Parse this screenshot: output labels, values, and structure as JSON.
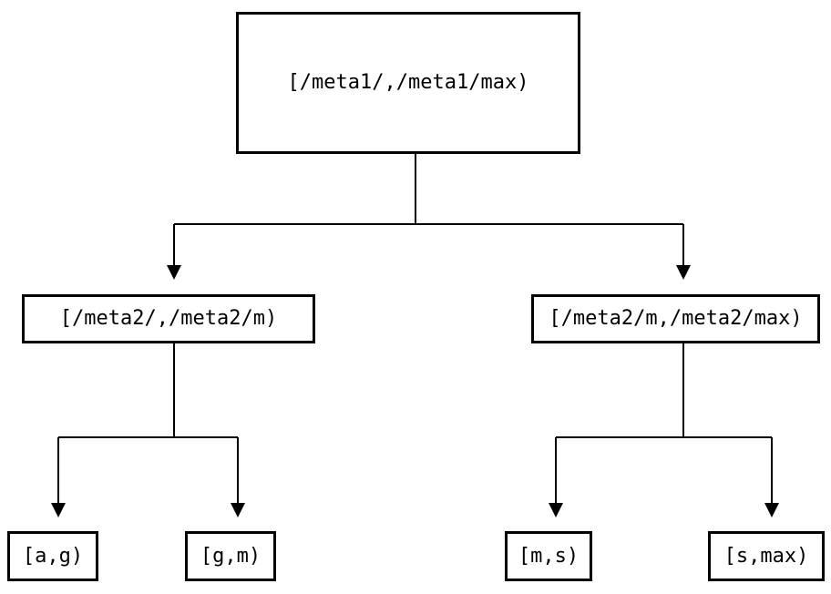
{
  "diagram": {
    "type": "binary-interval-tree",
    "nodes": {
      "root": {
        "label": "[/meta1/,/meta1/max)"
      },
      "left": {
        "label": "[/meta2/,/meta2/m)"
      },
      "right": {
        "label": "[/meta2/m,/meta2/max)"
      },
      "left_left": {
        "label": "[a,g)"
      },
      "left_right": {
        "label": "[g,m)"
      },
      "right_left": {
        "label": "[m,s)"
      },
      "right_right": {
        "label": "[s,max)"
      }
    },
    "edges": [
      {
        "from": "root",
        "to": "left"
      },
      {
        "from": "root",
        "to": "right"
      },
      {
        "from": "left",
        "to": "left_left"
      },
      {
        "from": "left",
        "to": "left_right"
      },
      {
        "from": "right",
        "to": "right_left"
      },
      {
        "from": "right",
        "to": "right_right"
      }
    ],
    "colors": {
      "background": "#ffffff",
      "line": "#000000",
      "text": "#000000"
    }
  }
}
